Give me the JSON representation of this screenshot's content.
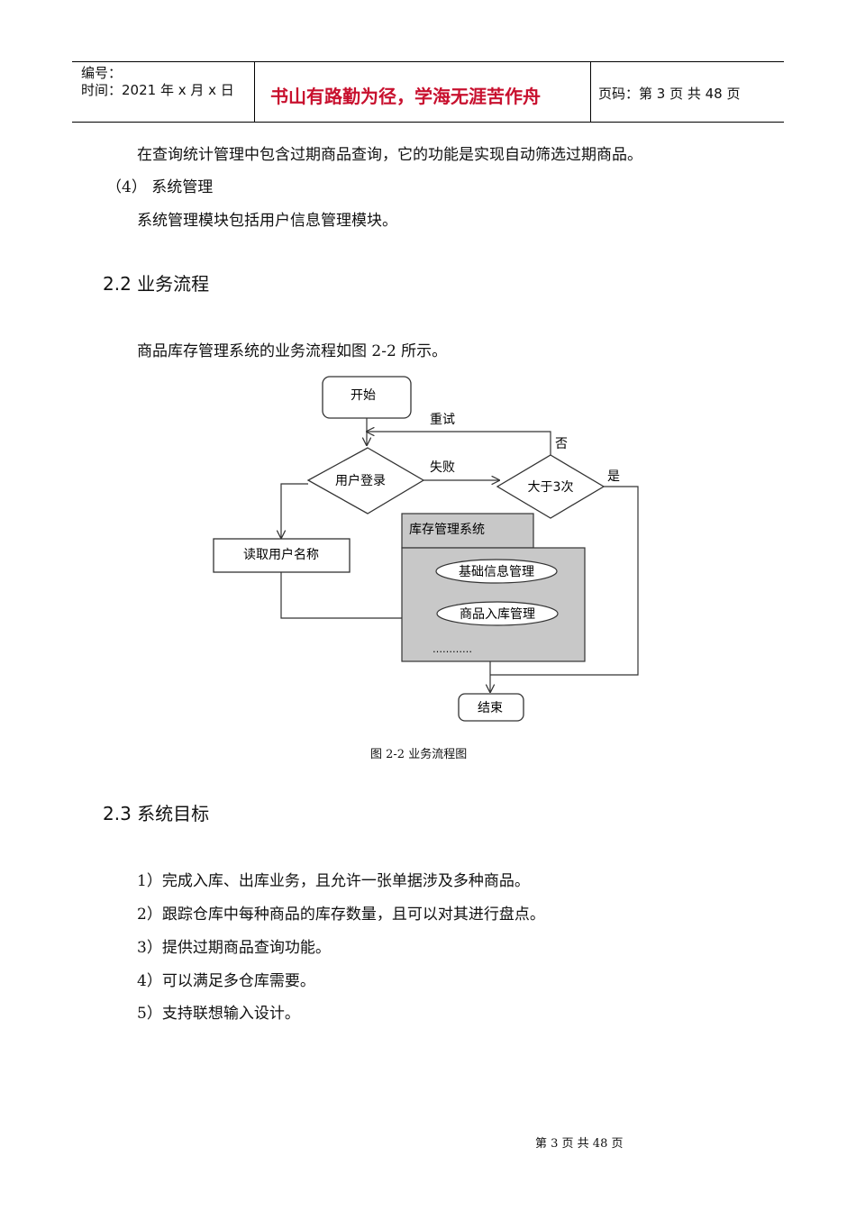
{
  "header": {
    "serial_label": "编号：",
    "time_label": "时间：2021 年 x 月 x 日",
    "motto": "书山有路勤为径，学海无涯苦作舟",
    "page_label": "页码：第 3 页  共 48 页"
  },
  "body": {
    "p_query": "在查询统计管理中包含过期商品查询，它的功能是实现自动筛选过期商品。",
    "item4_title": "（4）  系统管理",
    "p_system": "系统管理模块包括用户信息管理模块。",
    "h_flow": "2.2 业务流程",
    "p_flow_intro": "商品库存管理系统的业务流程如图 2-2 所示。",
    "figure_caption": "图 2-2 业务流程图",
    "h_goal": "2.3 系统目标",
    "goals": [
      "1）完成入库、出库业务，且允许一张单据涉及多种商品。",
      "2）跟踪仓库中每种商品的库存数量，且可以对其进行盘点。",
      "3）提供过期商品查询功能。",
      "4）可以满足多仓库需要。",
      "5）支持联想输入设计。"
    ]
  },
  "diagram": {
    "start": "开始",
    "retry": "重试",
    "no": "否",
    "yes": "是",
    "fail": "失败",
    "login": "用户登录",
    "over3": "大于3次",
    "read_user": "读取用户名称",
    "inventory_system": "库存管理系统",
    "basic_info": "基础信息管理",
    "stock_in": "商品入库管理",
    "ellipsis": "…………",
    "end": "结束"
  },
  "footer": {
    "page_number": "第  3  页  共  48  页"
  }
}
